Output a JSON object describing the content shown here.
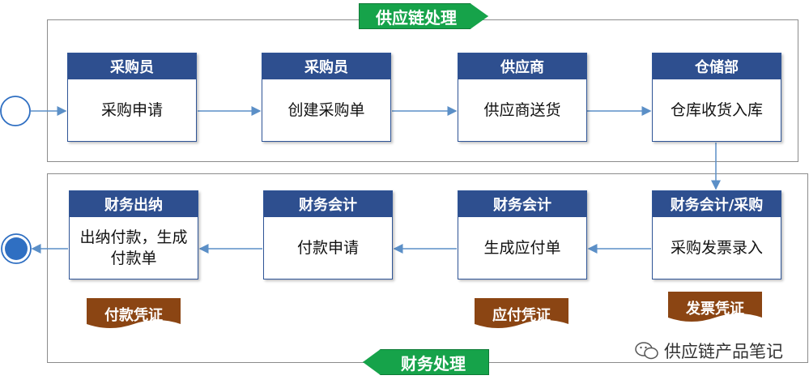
{
  "banners": {
    "top": "供应链处理",
    "bottom": "财务处理"
  },
  "top_row": [
    {
      "role": "采购员",
      "task": "采购申请"
    },
    {
      "role": "采购员",
      "task": "创建采购单"
    },
    {
      "role": "供应商",
      "task": "供应商送货"
    },
    {
      "role": "仓储部",
      "task": "仓库收货入库"
    }
  ],
  "bottom_row": [
    {
      "role": "财务出纳",
      "task": "出纳付款，生成付款单"
    },
    {
      "role": "财务会计",
      "task": "付款申请"
    },
    {
      "role": "财务会计",
      "task": "生成应付单"
    },
    {
      "role": "财务会计/采购",
      "task": "采购发票录入"
    }
  ],
  "vouchers": [
    "付款凭证",
    "应付凭证",
    "发票凭证"
  ],
  "watermark": "供应链产品笔记",
  "colors": {
    "box_header": "#2e4f8f",
    "banner": "#16a34a",
    "voucher": "#8b4513",
    "arrow": "#5b8fc7",
    "end_node": "#2f6fc2"
  }
}
